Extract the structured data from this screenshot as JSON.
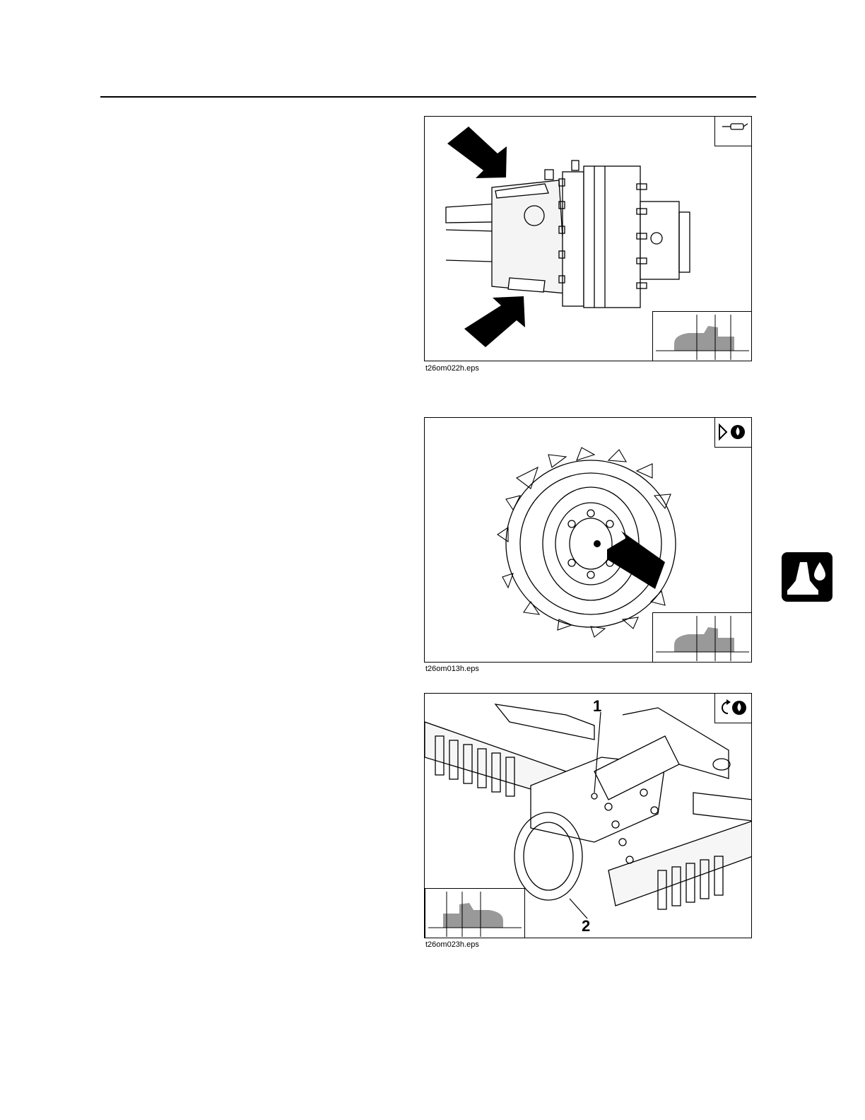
{
  "figures": [
    {
      "caption": "t26om022h.eps",
      "icon": "grease-gun-icon"
    },
    {
      "caption": "t26om013h.eps",
      "icon": "check-oil-level-icon"
    },
    {
      "caption": "t26om023h.eps",
      "icon": "change-oil-icon",
      "callouts": [
        "1",
        "2"
      ]
    }
  ],
  "section_tab": {
    "icon": "lubrication-section-icon"
  }
}
